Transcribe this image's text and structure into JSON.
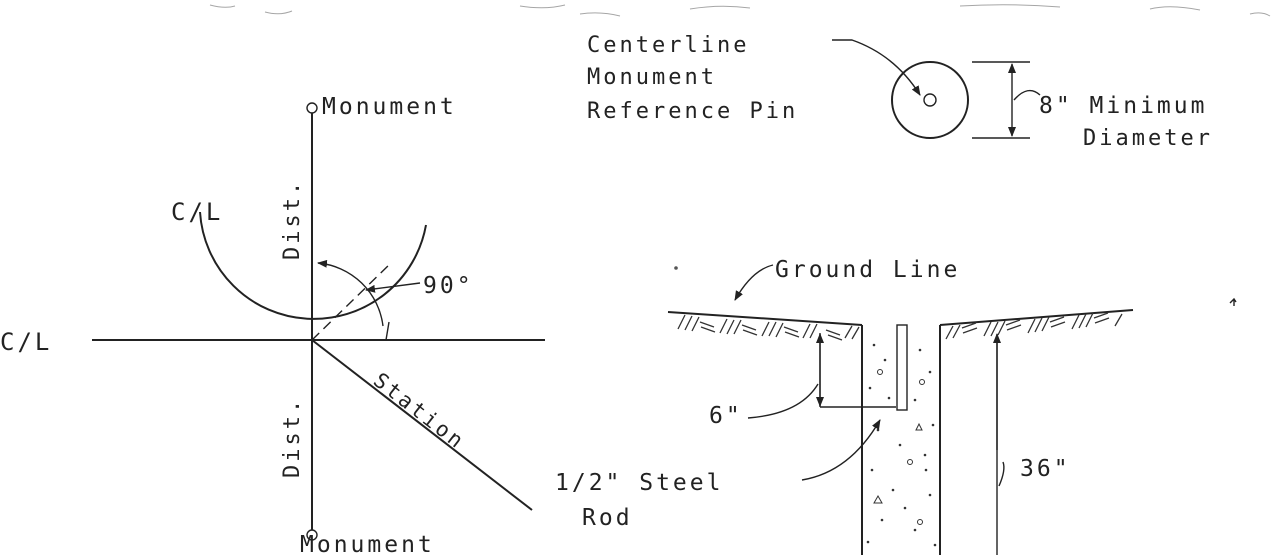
{
  "left_detail": {
    "monument_top": "Monument",
    "monument_bottom": "Monument",
    "dist_top": "Dist.",
    "dist_bottom": "Dist.",
    "cl_curve": "C/L",
    "cl_line": "C/L",
    "angle": "90°",
    "station": "Station"
  },
  "pin_detail": {
    "centerline_line1": "Centerline",
    "centerline_line2": "Monument",
    "centerline_line3": "Reference Pin",
    "diameter_line1": "8\" Minimum",
    "diameter_line2": "Diameter"
  },
  "section_detail": {
    "ground_line": "Ground Line",
    "depth_pin": "6\"",
    "rod_line1": "1/2\" Steel",
    "rod_line2": "Rod",
    "depth_total": "36\""
  },
  "colors": {
    "ink": "#222222",
    "paper": "#ffffff"
  }
}
